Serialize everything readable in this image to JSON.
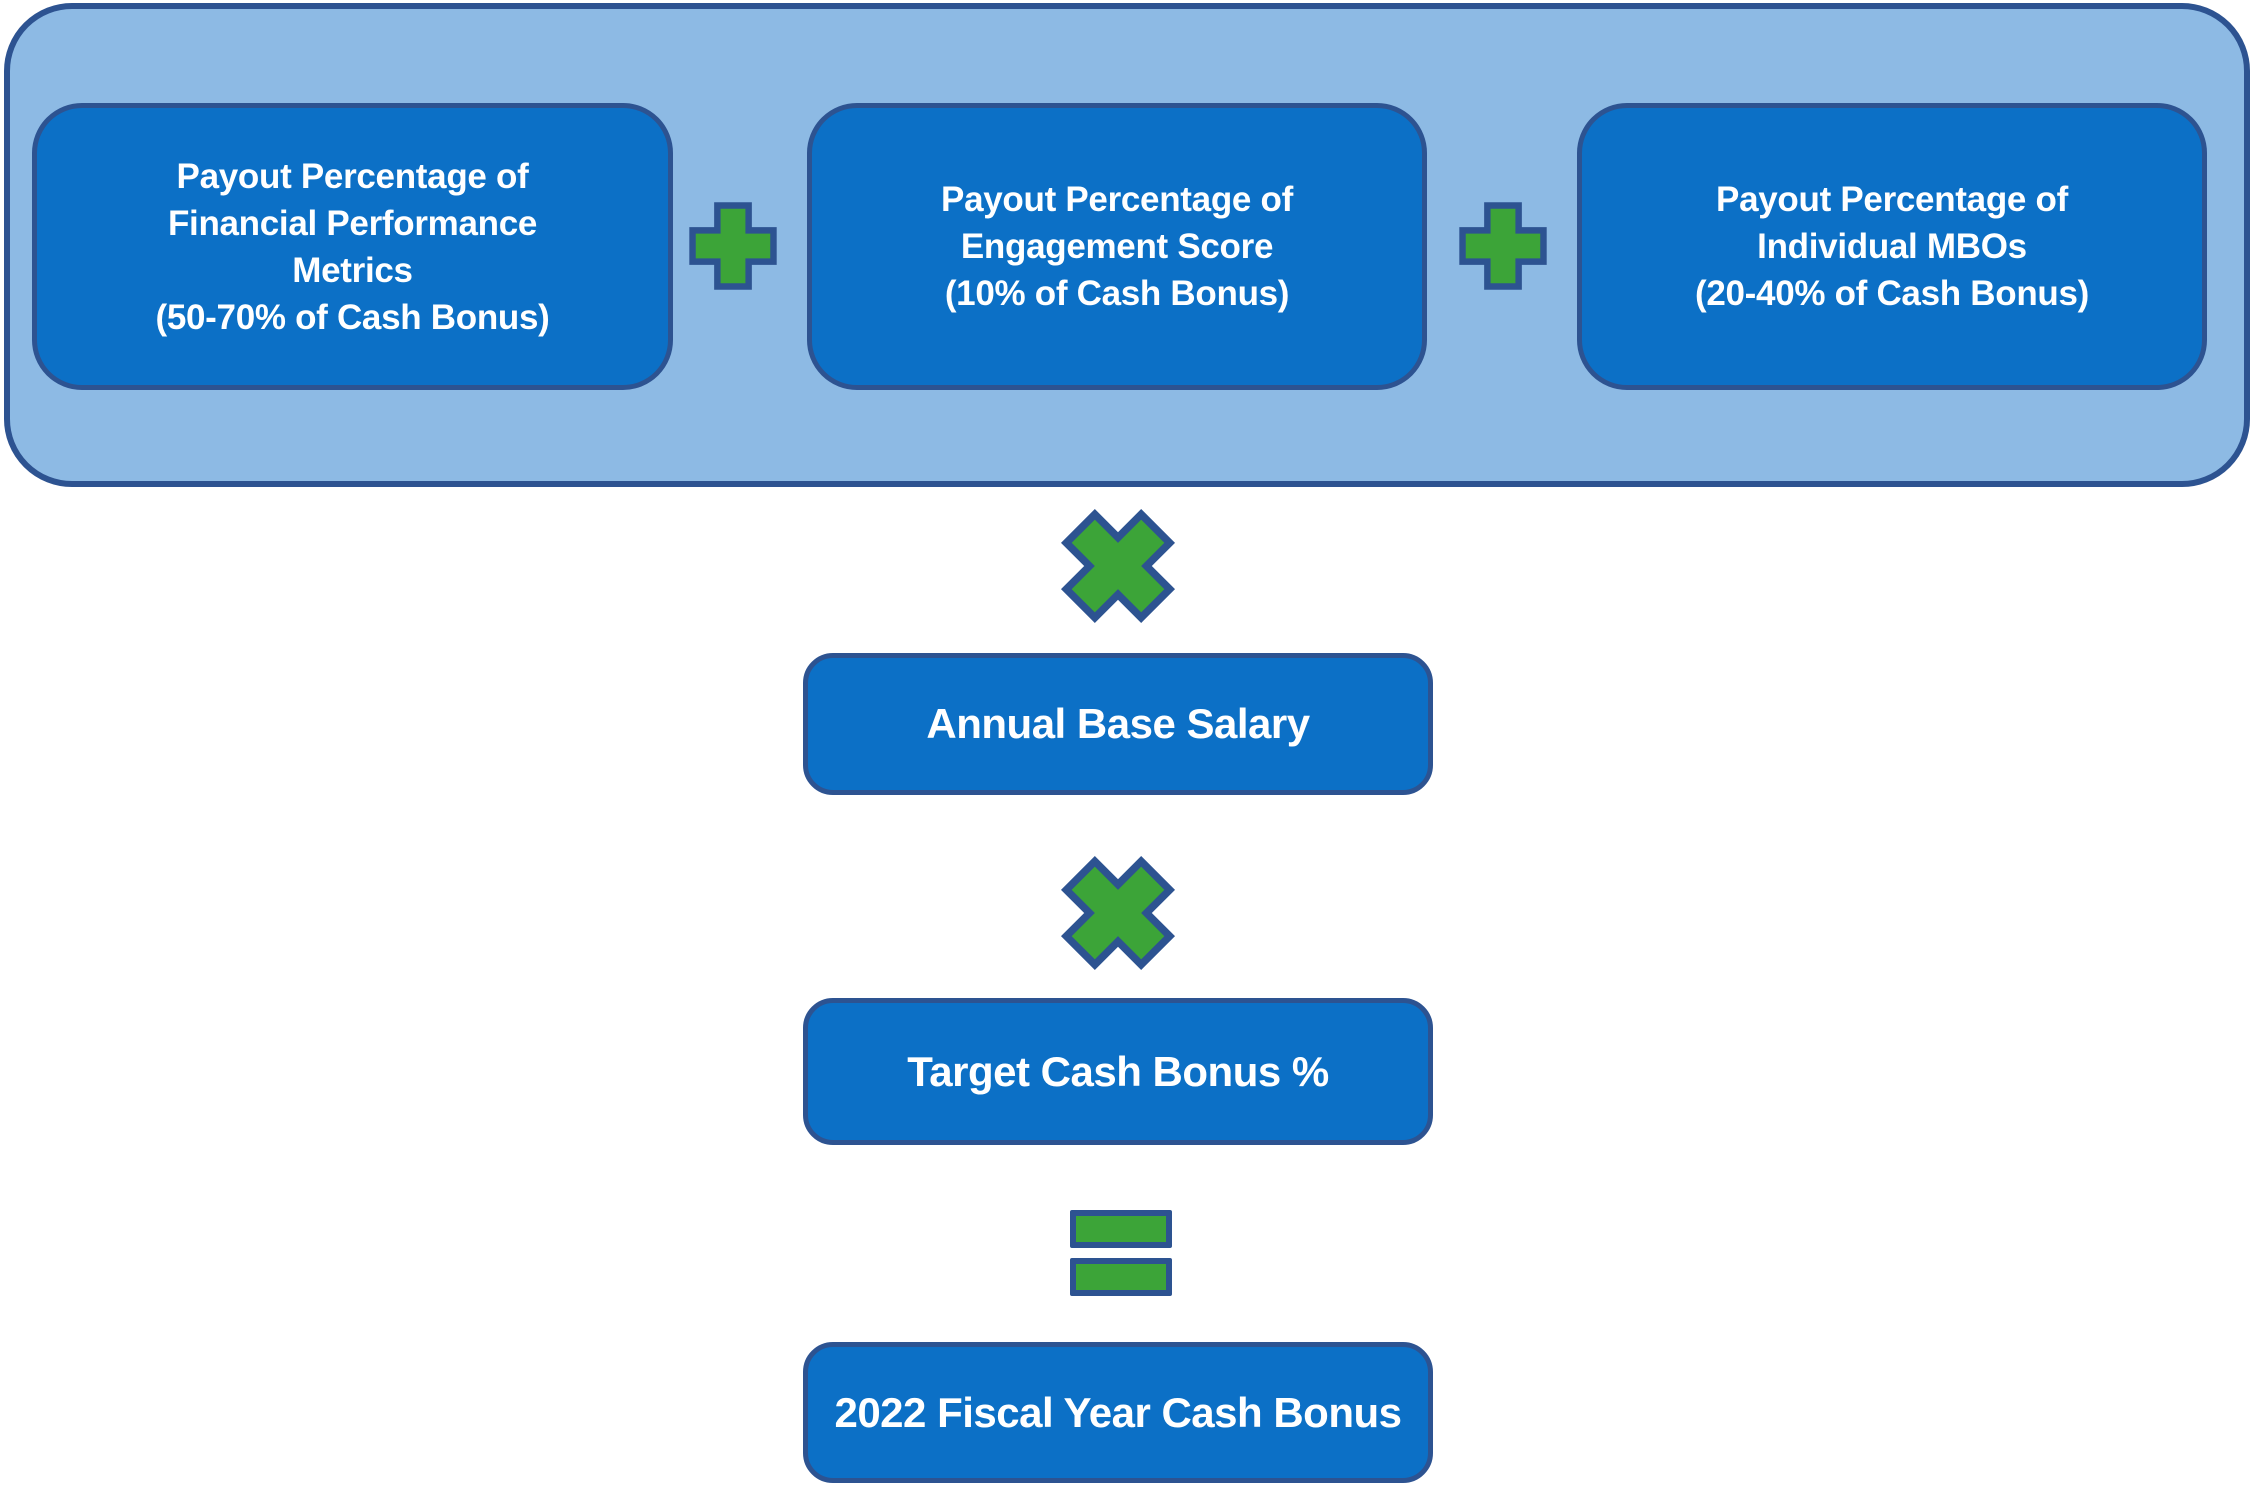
{
  "diagram": {
    "components_group": {
      "financial_box": {
        "lines": [
          "Payout Percentage of",
          "Financial Performance",
          "Metrics",
          "(50-70% of Cash Bonus)"
        ]
      },
      "engagement_box": {
        "lines": [
          "Payout Percentage of",
          "Engagement Score",
          "(10% of Cash Bonus)"
        ]
      },
      "mbo_box": {
        "lines": [
          "Payout Percentage of",
          "Individual MBOs",
          "(20-40% of Cash Bonus)"
        ]
      },
      "operators_between": [
        "plus",
        "plus"
      ]
    },
    "formula_steps": [
      {
        "operator": "multiply",
        "label": "Annual Base Salary"
      },
      {
        "operator": "multiply",
        "label": "Target Cash Bonus %"
      },
      {
        "operator": "equals",
        "label": "2022 Fiscal Year Cash Bonus"
      }
    ],
    "salary_box": {
      "label": "Annual Base Salary"
    },
    "target_box": {
      "label": "Target Cash Bonus %"
    },
    "result_box": {
      "label": "2022 Fiscal Year Cash Bonus"
    }
  },
  "colors": {
    "page_bg": "#FFFFFF",
    "light_blue": "#8DBAE4",
    "box_blue": "#0C70C6",
    "navy": "#2D5391",
    "green": "#3CA438",
    "text_white": "#FFFFFF"
  }
}
